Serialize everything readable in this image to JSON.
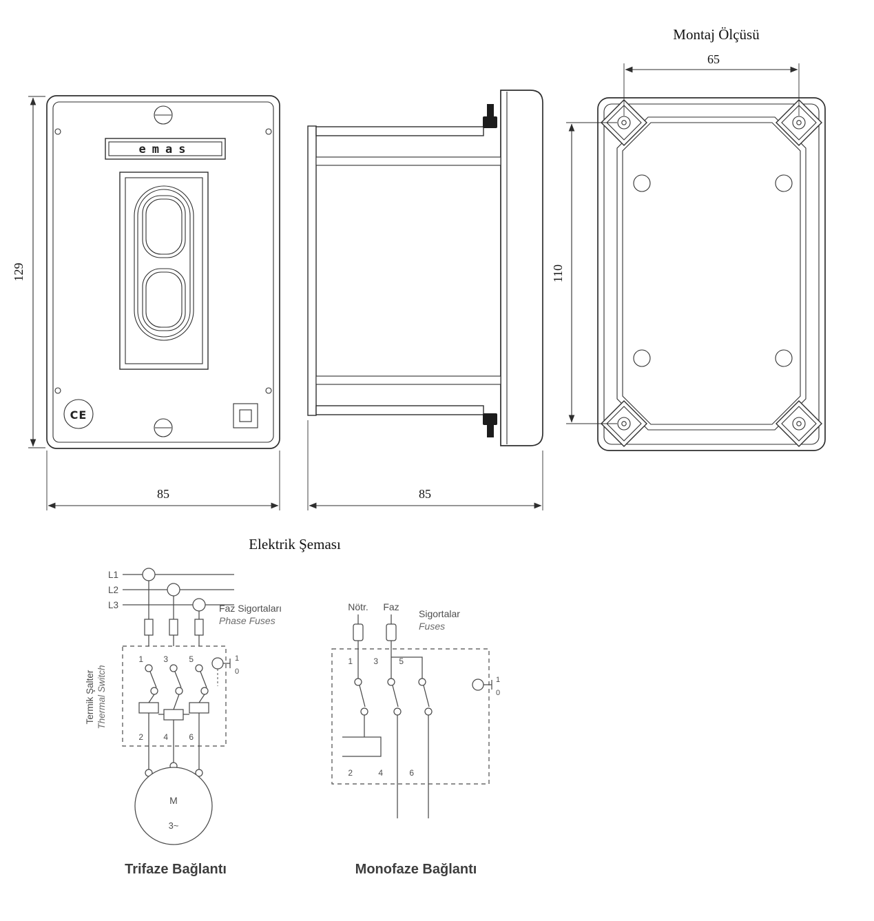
{
  "titles": {
    "mounting_dim": "Montaj Ölçüsü",
    "schematic": "Elektrik Şeması"
  },
  "dimensions": {
    "front_height": "129",
    "front_width": "85",
    "side_depth": "85",
    "mounting_hole_width": "65",
    "mounting_hole_height": "110"
  },
  "front_view": {
    "brand_logo": "emas",
    "ce_mark": "CE"
  },
  "trifaze": {
    "title": "Trifaze Bağlantı",
    "phase_labels": [
      "L1",
      "L2",
      "L3"
    ],
    "fuse_label_tr": "Faz Sigortaları",
    "fuse_label_en": "Phase Fuses",
    "thermal_label_tr": "Termik Şalter",
    "thermal_label_en": "Thermal Switch",
    "terminals_top": [
      "1",
      "3",
      "5"
    ],
    "terminals_bottom": [
      "2",
      "4",
      "6"
    ],
    "switch_on": "1",
    "switch_off": "0",
    "motor_label": "M",
    "motor_phase": "3~"
  },
  "monofaze": {
    "title": "Monofaze Bağlantı",
    "neutral_label": "Nötr.",
    "phase_label": "Faz",
    "fuse_label_tr": "Sigortalar",
    "fuse_label_en": "Fuses",
    "terminals_top": [
      "1",
      "3",
      "5"
    ],
    "terminals_bottom": [
      "2",
      "4",
      "6"
    ],
    "switch_on": "1",
    "switch_off": "0"
  },
  "colors": {
    "line": "#2e2e2e",
    "schematic_line": "#4a4a4a",
    "label_text": "#4d4d4d",
    "title_text": "#111111"
  }
}
